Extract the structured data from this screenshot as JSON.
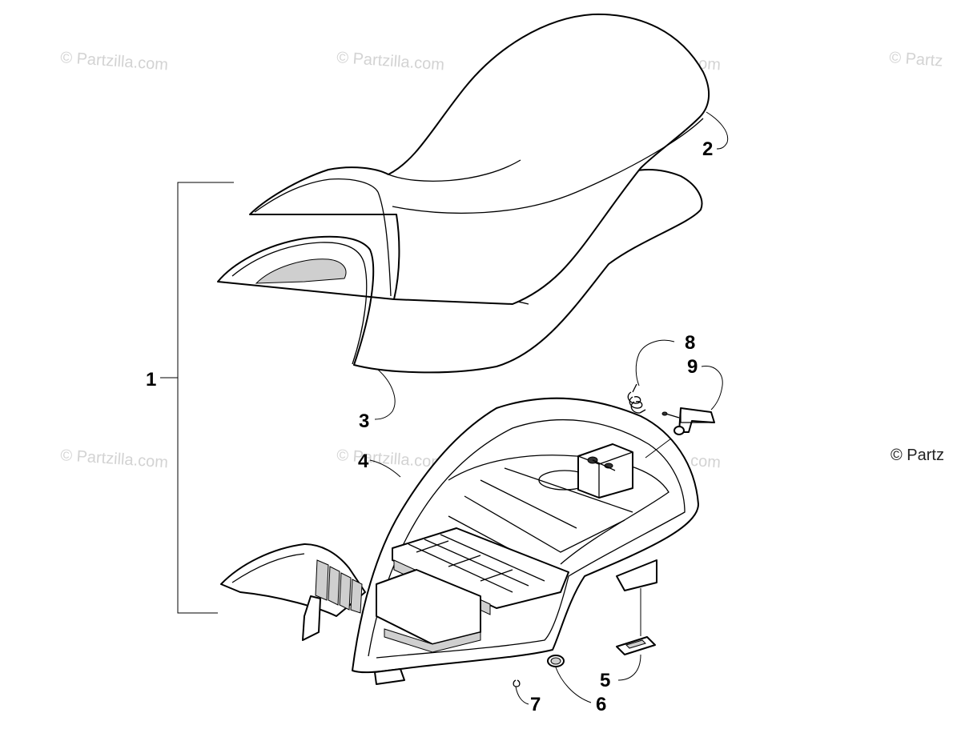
{
  "watermark_text": "© Partzilla.com",
  "watermark_edge_text": "© Partz",
  "callouts": {
    "seat_assembly": "1",
    "seat_cover": "2",
    "seat_foam": "3",
    "seat_base": "4",
    "pad": "5",
    "grommet": "6",
    "clip": "7",
    "latch_spring": "8",
    "latch": "9"
  }
}
